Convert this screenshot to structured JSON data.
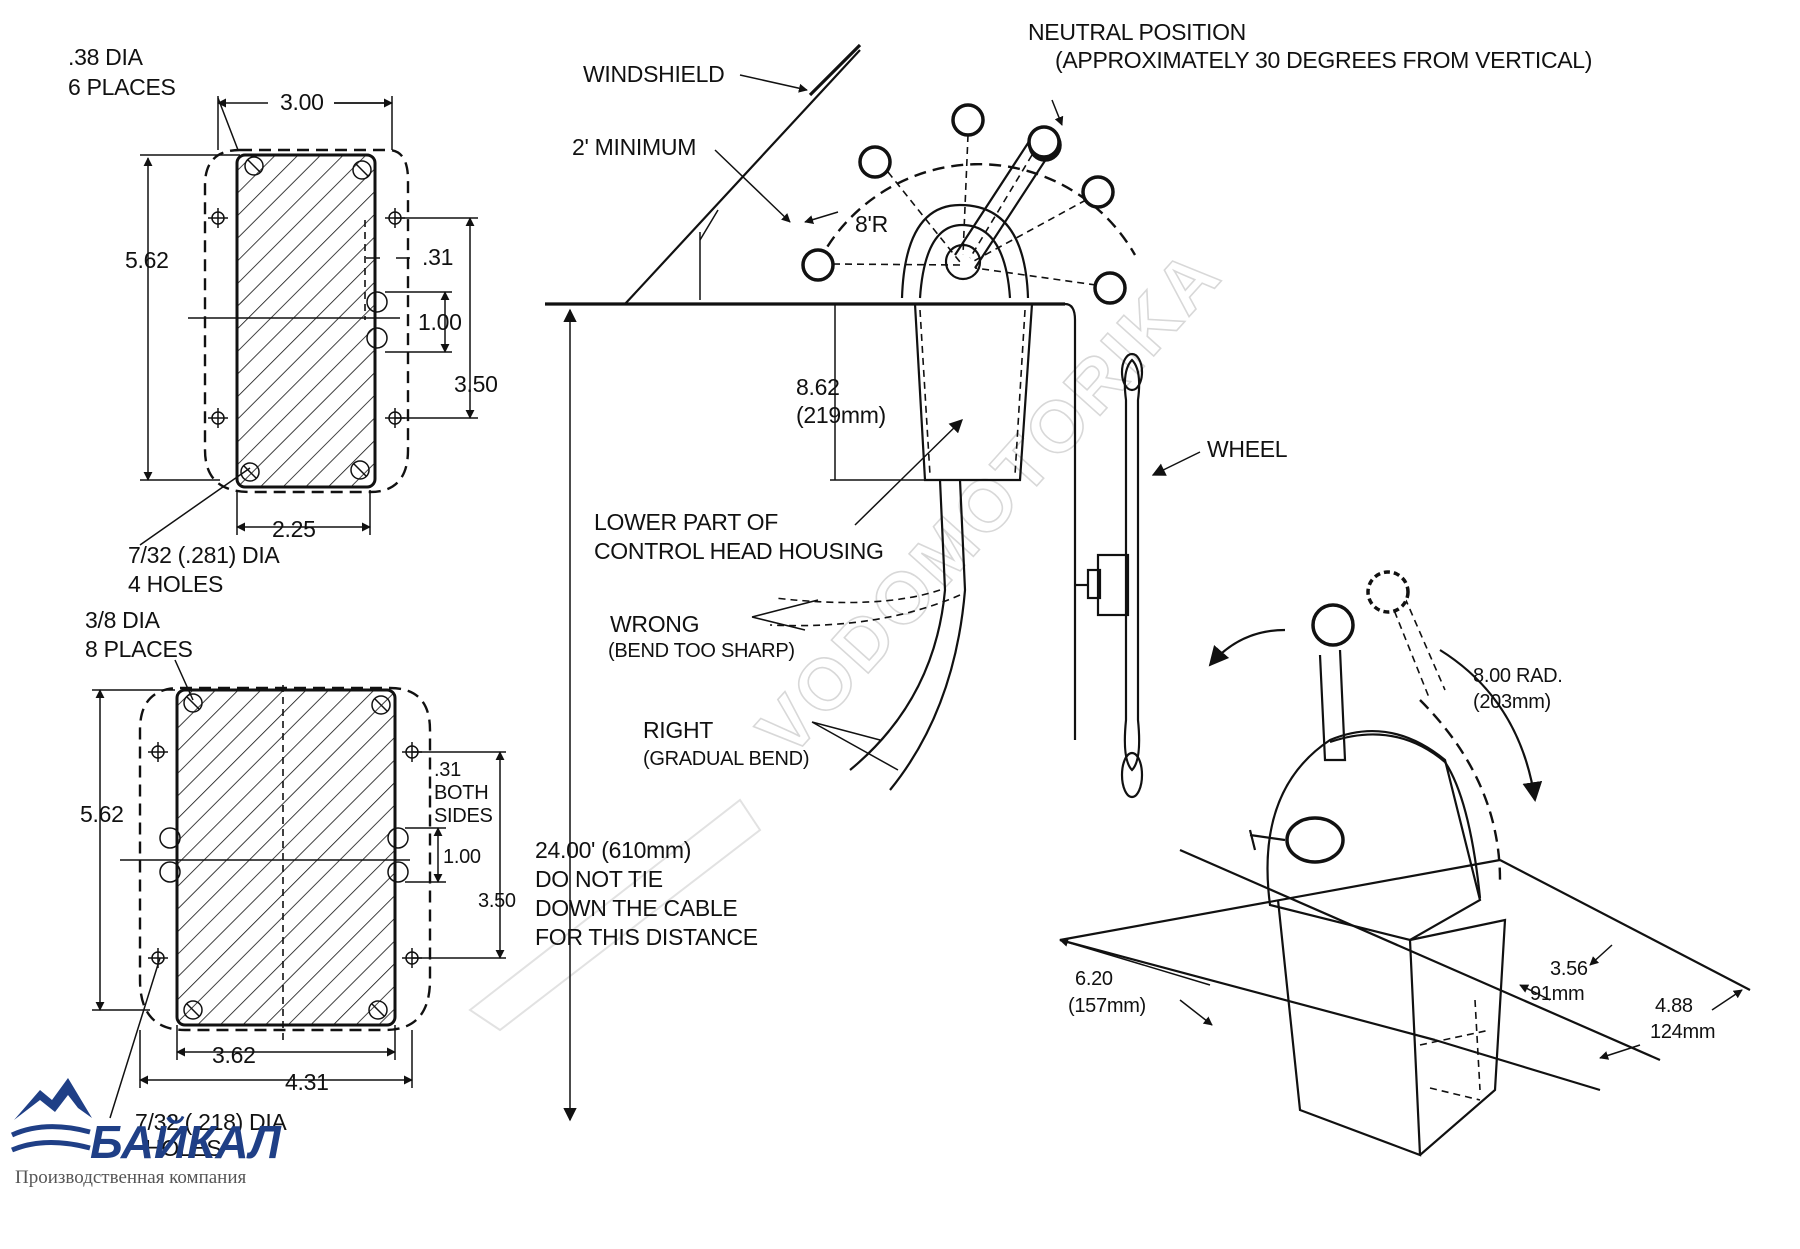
{
  "top_plate": {
    "dia_label_1": ".38 DIA",
    "dia_label_2": "6 PLACES",
    "width": "3.00",
    "height": "5.62",
    "offset": ".31",
    "spacing": "1.00",
    "hole_span": "3.50",
    "bottom_width": "2.25",
    "hole_label_1": "7/32 (.281) DIA",
    "hole_label_2": "4 HOLES"
  },
  "bottom_plate": {
    "dia_label_1": "3/8 DIA",
    "dia_label_2": "8 PLACES",
    "height": "5.62",
    "offset_1": ".31",
    "offset_2": "BOTH",
    "offset_3": "SIDES",
    "spacing": "1.00",
    "hole_span": "3.50",
    "inner_width": "3.62",
    "outer_width": "4.31",
    "hole_label": "7/32 (.218) DIA",
    "hole_label_2": "HOLES"
  },
  "side_view": {
    "neutral_1": "NEUTRAL POSITION",
    "neutral_2": "(APPROXIMATELY 30 DEGREES FROM VERTICAL)",
    "windshield": "WINDSHIELD",
    "minimum": "2' MINIMUM",
    "radius": "8'R",
    "depth_1": "8.62",
    "depth_2": "(219mm)",
    "wheel": "WHEEL",
    "housing_1": "LOWER  PART OF",
    "housing_2": "CONTROL  HEAD  HOUSING",
    "wrong_1": "WRONG",
    "wrong_2": "(BEND TOO SHARP)",
    "right_1": "RIGHT",
    "right_2": "(GRADUAL BEND)",
    "cable_1": "24.00' (610mm)",
    "cable_2": "DO NOT TIE",
    "cable_3": "DOWN THE CABLE",
    "cable_4": "FOR THIS DISTANCE"
  },
  "iso_view": {
    "rad_1": "8.00 RAD.",
    "rad_2": "(203mm)",
    "w_1": "6.20",
    "w_2": "(157mm)",
    "d_1": "3.56",
    "d_2": "91mm",
    "h_1": "4.88",
    "h_2": "124mm"
  },
  "watermark": {
    "text": "VODOMOTORIKA"
  },
  "logo": {
    "name": "БАЙКАЛ",
    "subtitle": "Производственная компания"
  }
}
